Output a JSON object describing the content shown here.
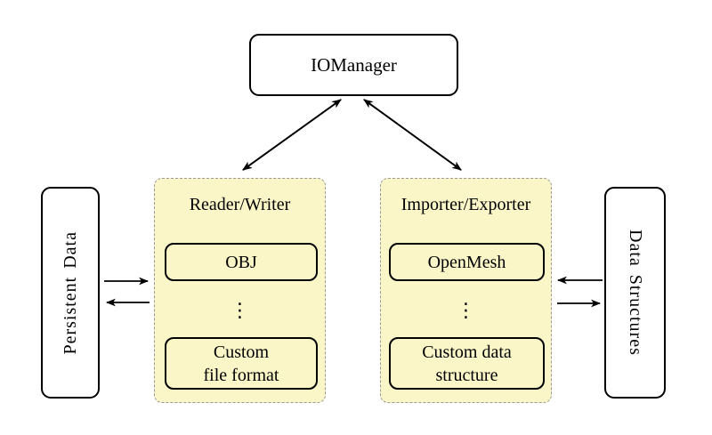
{
  "diagram": {
    "background": "#ffffff",
    "colors": {
      "group_fill": "#fbf6c8",
      "group_border": "#999999",
      "node_fill": "#ffffff",
      "node_border": "#000000",
      "arrow": "#000000"
    },
    "nodes": {
      "iomanager": {
        "label": "IOManager"
      },
      "persistent_data": {
        "label": "Persistent Data"
      },
      "data_structures": {
        "label": "Data Structures"
      },
      "reader_writer": {
        "label": "Reader/Writer",
        "ellipsis": "⋮",
        "items": [
          {
            "label": "OBJ",
            "line1": "OBJ",
            "line2": ""
          },
          {
            "label": "Custom file format",
            "line1": "Custom",
            "line2": "file format"
          }
        ]
      },
      "importer_exporter": {
        "label": "Importer/Exporter",
        "ellipsis": "⋮",
        "items": [
          {
            "label": "OpenMesh",
            "line1": "OpenMesh",
            "line2": ""
          },
          {
            "label": "Custom data structure",
            "line1": "Custom data",
            "line2": "structure"
          }
        ]
      }
    },
    "edges": [
      {
        "from": "IOManager",
        "to": "Reader/Writer",
        "type": "bidirectional"
      },
      {
        "from": "IOManager",
        "to": "Importer/Exporter",
        "type": "bidirectional"
      },
      {
        "from": "Persistent Data",
        "to": "Reader/Writer",
        "type": "directed"
      },
      {
        "from": "Reader/Writer",
        "to": "Persistent Data",
        "type": "directed"
      },
      {
        "from": "Data Structures",
        "to": "Importer/Exporter",
        "type": "directed"
      },
      {
        "from": "Importer/Exporter",
        "to": "Data Structures",
        "type": "directed"
      }
    ]
  }
}
